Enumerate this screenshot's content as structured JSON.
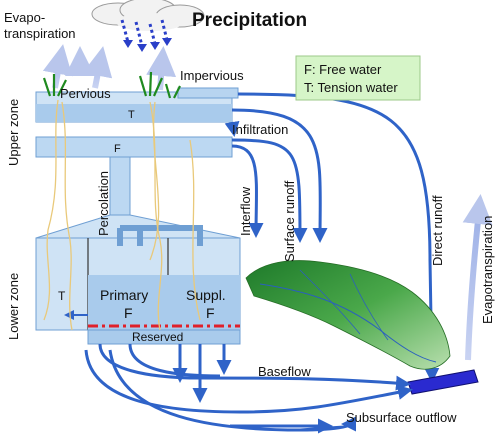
{
  "labels": {
    "evapotranspiration_left": [
      "Evapo-",
      "transpiration"
    ],
    "precipitation": "Precipitation",
    "pervious": "Pervious",
    "impervious": "Impervious",
    "upper_zone": "Upper zone",
    "lower_zone": "Lower zone",
    "tension_upper": "T",
    "free_upper": "F",
    "infiltration": "Infiltration",
    "percolation": "Percolation",
    "interflow": "Interflow",
    "surface_runoff": "Surface runoff",
    "direct_runoff": "Direct runoff",
    "evapotranspiration_right": "Evapotranspiration",
    "tension_lower": "T",
    "primary": [
      "Primary",
      "F"
    ],
    "supplementary": [
      "Suppl.",
      "F"
    ],
    "reserved": "Reserved",
    "baseflow": "Baseflow",
    "subsurface_outflow": "Subsurface outflow"
  },
  "legend": {
    "free_water": "F: Free water",
    "tension_water": "T: Tension water"
  },
  "colors": {
    "water_light": "#cfe3f5",
    "water_mid": "#a9cbec",
    "arrow_blue": "#2f63c8",
    "arrow_dark": "#1f3f9a",
    "legend_bg": "#d6f5c8",
    "root": "#e9c97a",
    "reserved_line": "#e0202a",
    "terrain": "#3a9a3a",
    "outlet": "#2a2ad0"
  },
  "icons": [
    "cloud-icon",
    "plant-icon",
    "rain-arrow-icon",
    "terrain-icon"
  ]
}
